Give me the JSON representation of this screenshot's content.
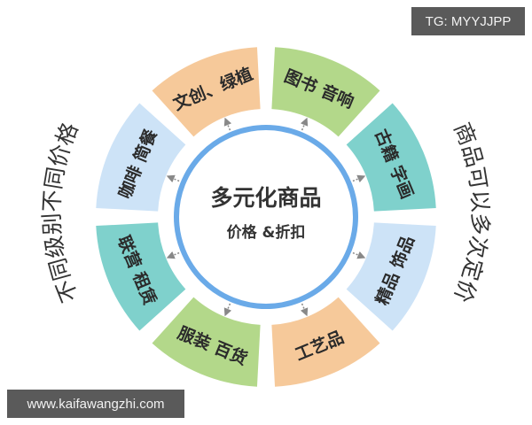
{
  "center": {
    "title": "多元化商品",
    "subtitle": "价格 &折扣",
    "ring_color": "#6aaae8"
  },
  "segments": [
    {
      "label": "图书 音响",
      "color": "#b3d88a"
    },
    {
      "label": "古籍 字画",
      "color": "#7fd1cc"
    },
    {
      "label": "精品 饰品",
      "color": "#cde3f7"
    },
    {
      "label": "工艺品",
      "color": "#f6c99a"
    },
    {
      "label": "服装 百货",
      "color": "#b3d88a"
    },
    {
      "label": "联营 租赁",
      "color": "#7fd1cc"
    },
    {
      "label": "咖啡 简餐",
      "color": "#cde3f7"
    },
    {
      "label": "文创、绿植",
      "color": "#f6c99a"
    }
  ],
  "side_text": {
    "left": "不同级别不同价格",
    "right": "商品可以多次定价"
  },
  "badges": {
    "top_right": "TG: MYYJJPP",
    "bottom_left": "www.kaifawangzhi.com"
  }
}
